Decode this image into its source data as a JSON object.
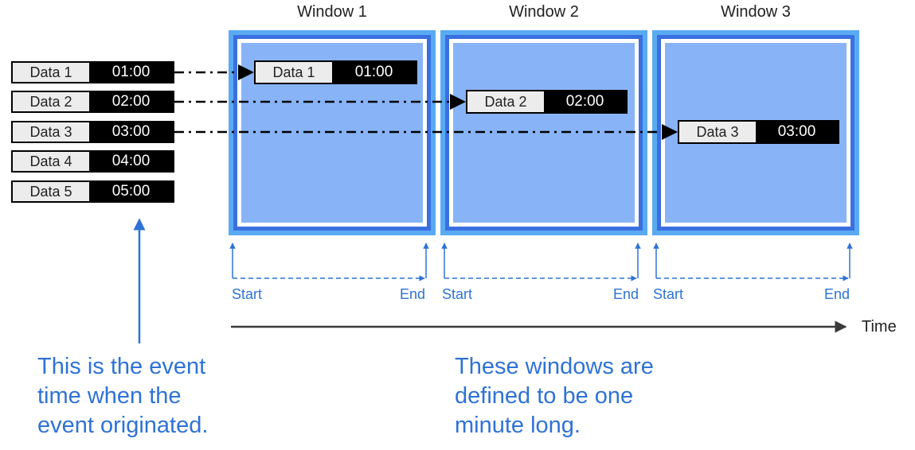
{
  "source_events": [
    {
      "label": "Data 1",
      "time": "01:00"
    },
    {
      "label": "Data 2",
      "time": "02:00"
    },
    {
      "label": "Data 3",
      "time": "03:00"
    },
    {
      "label": "Data 4",
      "time": "04:00"
    },
    {
      "label": "Data 5",
      "time": "05:00"
    }
  ],
  "windows": [
    {
      "title": "Window 1",
      "start_label": "Start",
      "end_label": "End",
      "event": {
        "label": "Data 1",
        "time": "01:00"
      }
    },
    {
      "title": "Window 2",
      "start_label": "Start",
      "end_label": "End",
      "event": {
        "label": "Data 2",
        "time": "02:00"
      }
    },
    {
      "title": "Window 3",
      "start_label": "Start",
      "end_label": "End",
      "event": {
        "label": "Data 3",
        "time": "03:00"
      }
    }
  ],
  "axis": {
    "label": "Time"
  },
  "notes": {
    "event_time": [
      "This is the event",
      "time when the",
      "event originated."
    ],
    "window_length": [
      "These windows are",
      "defined to be one",
      "minute long."
    ]
  },
  "colors": {
    "accent_blue": "#2f72d6",
    "window_outer": "#5aaaf3",
    "window_ring": "#3a6fe0",
    "window_fill": "#88b4f7"
  }
}
